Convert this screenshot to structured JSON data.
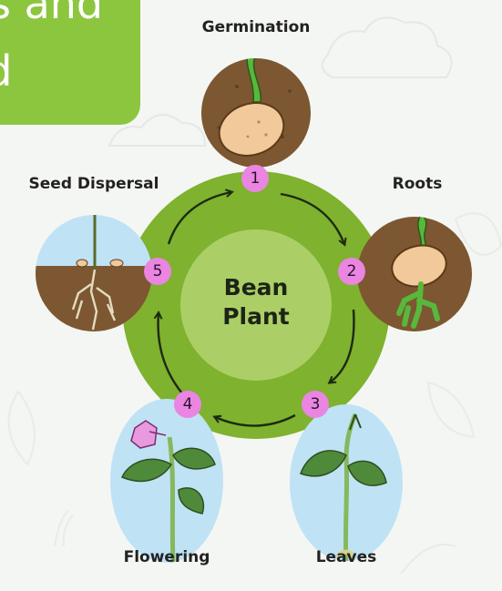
{
  "diagram": {
    "center_title_line1": "Bean",
    "center_title_line2": "Plant",
    "stages": [
      {
        "number": "1",
        "label": "Germination"
      },
      {
        "number": "2",
        "label": "Roots"
      },
      {
        "number": "3",
        "label": "Leaves"
      },
      {
        "number": "4",
        "label": "Flowering"
      },
      {
        "number": "5",
        "label": "Seed Dispersal"
      }
    ]
  },
  "banner": {
    "line1": "s and",
    "line2": "ed"
  },
  "colors": {
    "ring": "#7fb22e",
    "center": "#abcf66",
    "banner": "#8cc63f",
    "badge": "#ea85e2",
    "soil": "#7d5731",
    "sky": "#bfe2f5"
  }
}
